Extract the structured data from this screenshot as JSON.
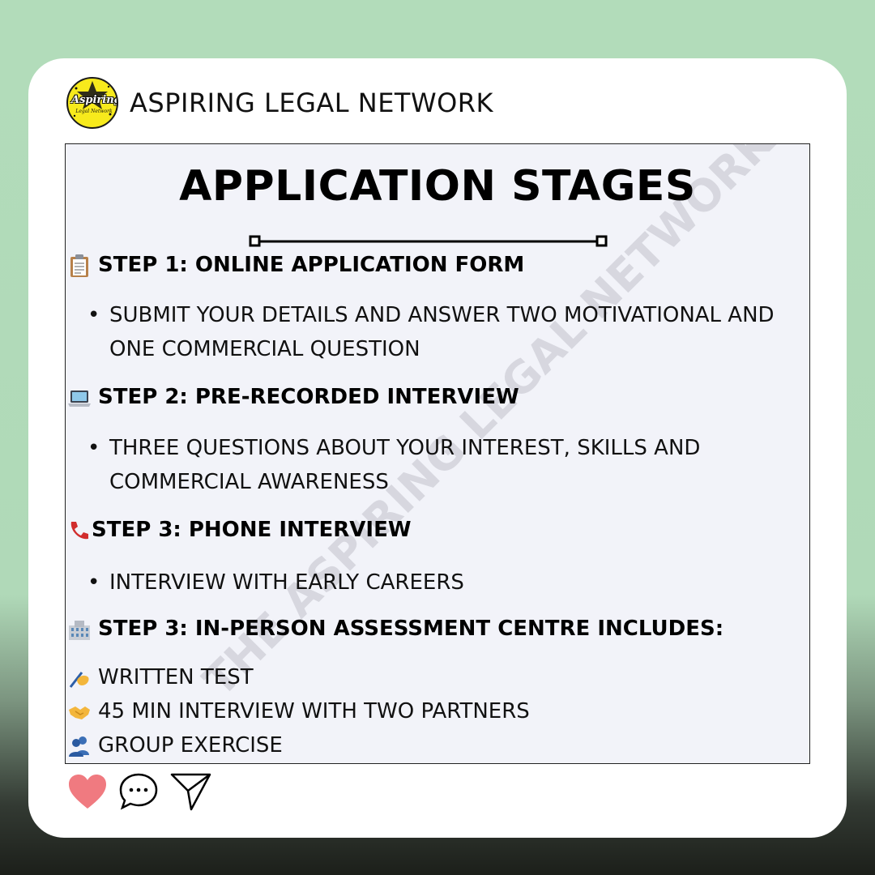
{
  "brand": {
    "name": "ASPIRING LEGAL NETWORK",
    "logo_text": "Aspiring",
    "logo_subtext": "Legal Network"
  },
  "watermark": "THE ASPIRING LEGAL NETWORK",
  "title": "APPLICATION STAGES",
  "steps": [
    {
      "icon": "clipboard-icon",
      "label": "STEP 1: ONLINE APPLICATION FORM",
      "bullet": "SUBMIT YOUR DETAILS AND ANSWER TWO MOTIVATIONAL AND ONE COMMERCIAL QUESTION"
    },
    {
      "icon": "laptop-icon",
      "label": "STEP 2: PRE-RECORDED INTERVIEW",
      "bullet": "THREE QUESTIONS ABOUT YOUR INTEREST, SKILLS AND COMMERCIAL AWARENESS"
    },
    {
      "icon": "phone-icon",
      "label": "STEP 3: PHONE INTERVIEW",
      "bullet": "INTERVIEW WITH EARLY CAREERS"
    },
    {
      "icon": "building-icon",
      "label": "STEP 3: IN-PERSON ASSESSMENT CENTRE INCLUDES:"
    }
  ],
  "assessment_items": [
    {
      "icon": "writing-hand-icon",
      "label": "WRITTEN TEST"
    },
    {
      "icon": "handshake-icon",
      "label": "45 MIN INTERVIEW WITH TWO PARTNERS"
    },
    {
      "icon": "people-icon",
      "label": "GROUP EXERCISE"
    }
  ],
  "actions": [
    "heart-icon",
    "comment-icon",
    "share-icon"
  ],
  "colors": {
    "background": "#b2dcba",
    "panel": "#f2f3f9",
    "heart": "#f07a80",
    "logo": "#f7ea1c"
  }
}
